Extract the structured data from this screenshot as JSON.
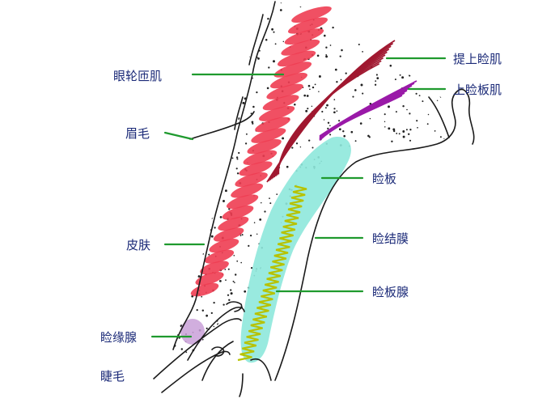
{
  "labels": {
    "orbicularis_oculi": "眼轮匝肌",
    "eyebrow": "眉毛",
    "skin": "皮肤",
    "tarsal_gland_margin": "睑缘腺",
    "eyelash": "睫毛",
    "levator": "提上睑肌",
    "superior_tarsal_muscle": "上睑板肌",
    "tarsus": "睑板",
    "conjunctiva": "睑结膜",
    "meibomian_gland": "睑板腺"
  },
  "colors": {
    "orbicularis": "#ee3d52",
    "levator": "#a01830",
    "tarsal_muscle": "#9a1aa8",
    "tarsus": "#8ee8dc",
    "gland_line": "#b7c200",
    "margin_gland": "#c9a0d8",
    "leader_line": "#1f9a2e",
    "label_text": "#1b2a78",
    "outline": "#1a1a1a"
  }
}
